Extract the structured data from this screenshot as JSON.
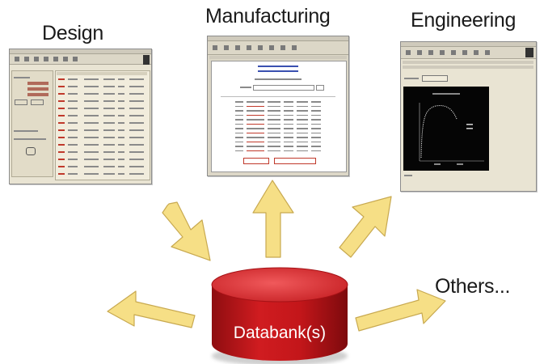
{
  "labels": {
    "design": "Design",
    "manufacturing": "Manufacturing",
    "engineering": "Engineering",
    "others": "Others..."
  },
  "databank": {
    "label": "Databank(s)"
  },
  "colors": {
    "arrow_fill": "#f6df86",
    "arrow_stroke": "#c8a950",
    "cylinder_body": "#c8161b",
    "cylinder_top": "#e2373b",
    "window_bg": "#e9e4d3",
    "plot_bg": "#050505"
  }
}
